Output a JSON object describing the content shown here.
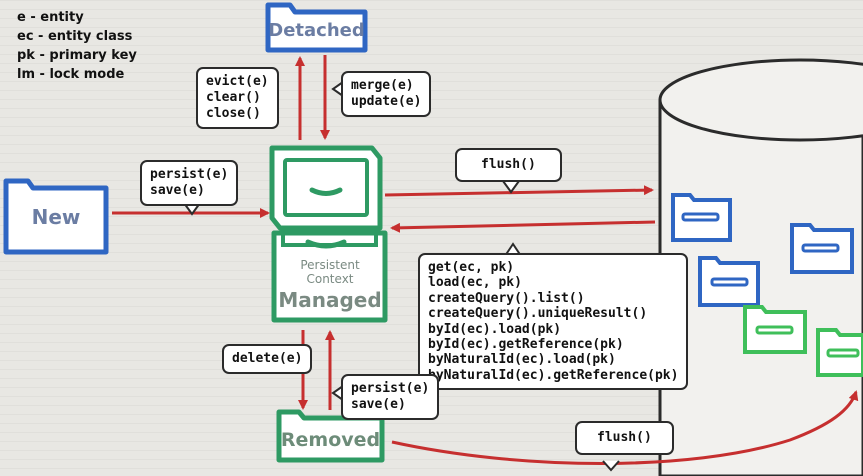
{
  "legend": [
    "e  - entity",
    "ec - entity class",
    "pk - primary key",
    "lm - lock mode"
  ],
  "states": {
    "new": "New",
    "detached": "Detached",
    "managed": "Managed",
    "removed": "Removed",
    "persistent_context": "Persistent Context"
  },
  "ops": {
    "detach": [
      "evict(e)",
      "clear()",
      "close()"
    ],
    "merge": [
      "merge(e)",
      "update(e)"
    ],
    "persist_new": [
      "persist(e)",
      "save(e)"
    ],
    "flush_top": "flush()",
    "load": [
      "get(ec, pk)",
      "load(ec, pk)",
      "createQuery().list()",
      "createQuery().uniqueResult()",
      "byId(ec).load(pk)",
      "byId(ec).getReference(pk)",
      "byNaturalId(ec).load(pk)",
      "byNaturalId(ec).getReference(pk)"
    ],
    "delete": "delete(e)",
    "persist_removed": [
      "persist(e)",
      "save(e)"
    ],
    "flush_bottom": "flush()"
  },
  "colors": {
    "blue": "#2f66c3",
    "green": "#2e9a63",
    "red": "#c62f2f",
    "outline": "#2b2b2b"
  }
}
